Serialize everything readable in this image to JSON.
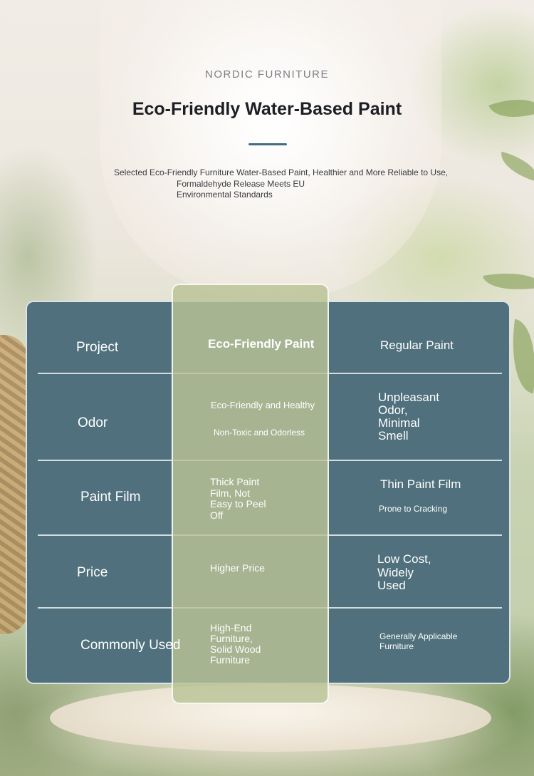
{
  "header": {
    "eyebrow": "NORDIC FURNITURE",
    "title": "Eco-Friendly Water-Based Paint",
    "subtitle_line1": "Selected Eco-Friendly Furniture Water-Based Paint, Healthier and More Reliable to Use,",
    "subtitle_line2": "Formaldehyde Release Meets EU",
    "subtitle_line3": "Environmental Standards"
  },
  "comparison": {
    "columns": {
      "project": "Project",
      "eco": "Eco-Friendly Paint",
      "regular": "Regular Paint"
    },
    "rows": {
      "odor": {
        "label": "Odor",
        "eco_main": "Eco-Friendly and Healthy",
        "eco_note": "Non-Toxic and Odorless",
        "regular_lines": [
          "Unpleasant",
          "Odor,",
          "Minimal",
          "Smell"
        ]
      },
      "paint_film": {
        "label": "Paint Film",
        "eco_lines": [
          "Thick Paint",
          "Film, Not",
          "Easy to Peel",
          "Off"
        ],
        "regular_main": "Thin Paint Film",
        "regular_note": "Prone to Cracking"
      },
      "price": {
        "label": "Price",
        "eco": "Higher Price",
        "regular_lines": [
          "Low Cost,",
          "Widely",
          "Used"
        ]
      },
      "commonly_used": {
        "label": "Commonly Used",
        "eco_lines": [
          "High-End",
          "Furniture,",
          "Solid Wood",
          "Furniture"
        ],
        "regular_lines": [
          "Generally Applicable",
          "Furniture"
        ]
      }
    }
  },
  "colors": {
    "table_bg": "#4f707c",
    "highlight_column": "#b9c396",
    "accent_rule": "#3f6f80"
  }
}
